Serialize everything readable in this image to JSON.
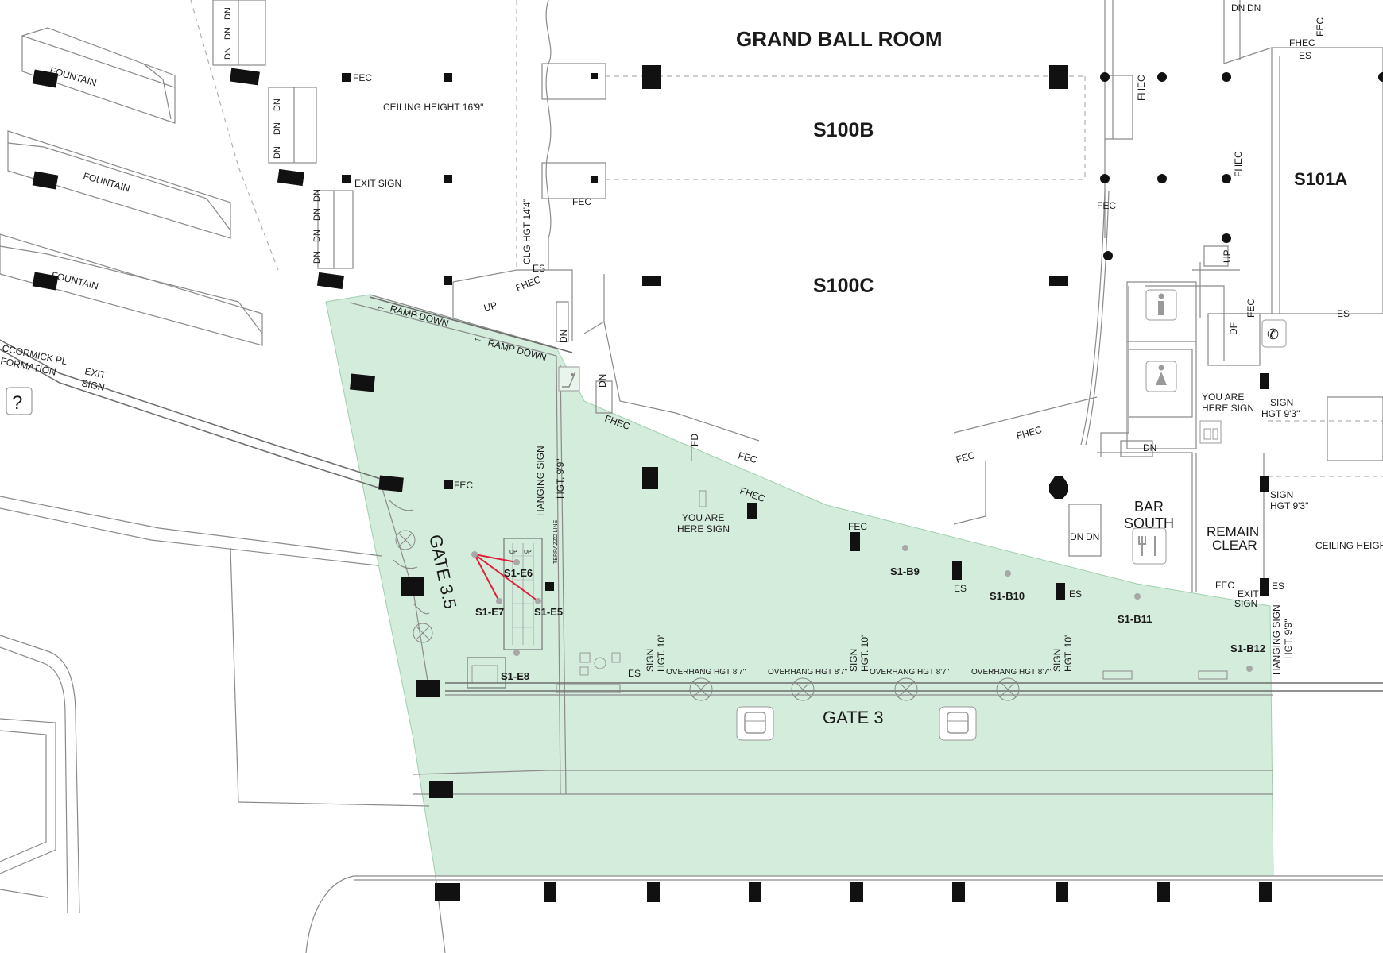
{
  "colors": {
    "zone": "#d4ecdc",
    "zone_edge": "#9fcfae",
    "pointer": "#e0203a",
    "column": "#111111",
    "point": "#a8a8a8"
  },
  "rooms": {
    "grand_ball_room": "GRAND BALL ROOM",
    "s100b": "S100B",
    "s100c": "S100C",
    "s101a": "S101A",
    "bar_line1": "BAR",
    "bar_line2": "SOUTH",
    "remain_line1": "REMAIN",
    "remain_line2": "CLEAR"
  },
  "gates": {
    "gate3": "GATE 3",
    "gate35": "GATE 3.5"
  },
  "labels": {
    "fec": "FEC",
    "fhec": "FHEC",
    "es": "ES",
    "dn": "DN",
    "up": "UP",
    "fd": "FD",
    "df": "DF",
    "exit_sign": "EXIT SIGN",
    "exit": "EXIT",
    "sign": "SIGN",
    "ceiling_height": "CEILING HEIGHT 16'9\"",
    "ceiling_heig": "CEILING HEIGH",
    "clg_hgt": "CLG HGT 14'4\"",
    "fountain": "FOUNTAIN",
    "ramp_down": "RAMP DOWN",
    "you_are": "YOU ARE",
    "here_sign": "HERE SIGN",
    "hanging_sign": "HANGING SIGN",
    "hgt_99": "HGT. 9'9\"",
    "sign_hgt_93": "HGT 9'3\"",
    "hgt_10": "HGT. 10'",
    "overhang": "OVERHANG HGT 8'7\"",
    "terrazzo": "TERRAZZO LINE",
    "mccormick_1": "CCORMICK PL",
    "mccormick_2": "FORMATION"
  },
  "points": {
    "e5": "S1-E5",
    "e6": "S1-E6",
    "e7": "S1-E7",
    "e8": "S1-E8",
    "b9": "S1-B9",
    "b10": "S1-B10",
    "b11": "S1-B11",
    "b12": "S1-B12"
  },
  "icons": [
    "info-kiosk-icon",
    "escalator-icon",
    "men-restroom-icon",
    "women-restroom-icon",
    "telephone-icon",
    "elevator-icon",
    "restaurant-icon",
    "bus-icon"
  ]
}
